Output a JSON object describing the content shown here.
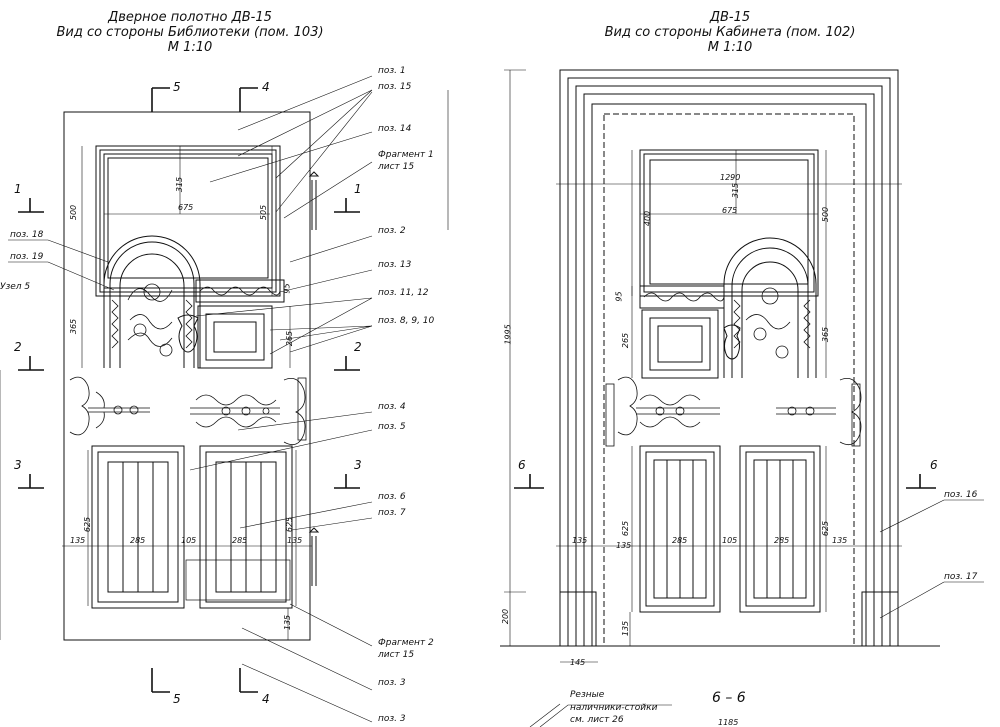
{
  "left_view": {
    "title_lines": [
      "Дверное полотно ДВ-15",
      "Вид со стороны Библиотеки (пом. 103)",
      "М 1:10"
    ],
    "section_marks": [
      "5",
      "4",
      "1",
      "1",
      "2",
      "2",
      "3",
      "3",
      "5",
      "4"
    ],
    "callouts": [
      "поз. 1",
      "поз. 15",
      "поз. 14",
      "Фрагмент 1",
      "лист 15",
      "поз. 2",
      "поз. 13",
      "поз. 11, 12",
      "поз. 8, 9, 10",
      "поз. 18",
      "поз. 19",
      "Узел 5",
      "поз. 4",
      "поз. 5",
      "поз. 6",
      "поз. 7",
      "Фрагмент 2",
      "лист 15",
      "поз. 3",
      "поз. 3"
    ],
    "dims": [
      "315",
      "675",
      "500",
      "505",
      "95",
      "365",
      "265",
      "625",
      "625",
      "135",
      "285",
      "105",
      "285",
      "135",
      "135"
    ]
  },
  "right_view": {
    "title_lines": [
      "ДВ-15",
      "Вид со стороны Кабинета (пом. 102)",
      "М 1:10"
    ],
    "section_marks": [
      "6",
      "6"
    ],
    "callouts": [
      "поз. 16",
      "поз. 17"
    ],
    "dims": [
      "1290",
      "315",
      "675",
      "500",
      "400",
      "95",
      "265",
      "365",
      "1995",
      "625",
      "625",
      "135",
      "135",
      "285",
      "105",
      "285",
      "135",
      "200",
      "135",
      "145"
    ]
  },
  "bottom": {
    "note_lines": [
      "Резные",
      "наличники-стойки",
      "см. лист 26"
    ],
    "section_label": "6 – 6",
    "partial_dim": "1185"
  }
}
